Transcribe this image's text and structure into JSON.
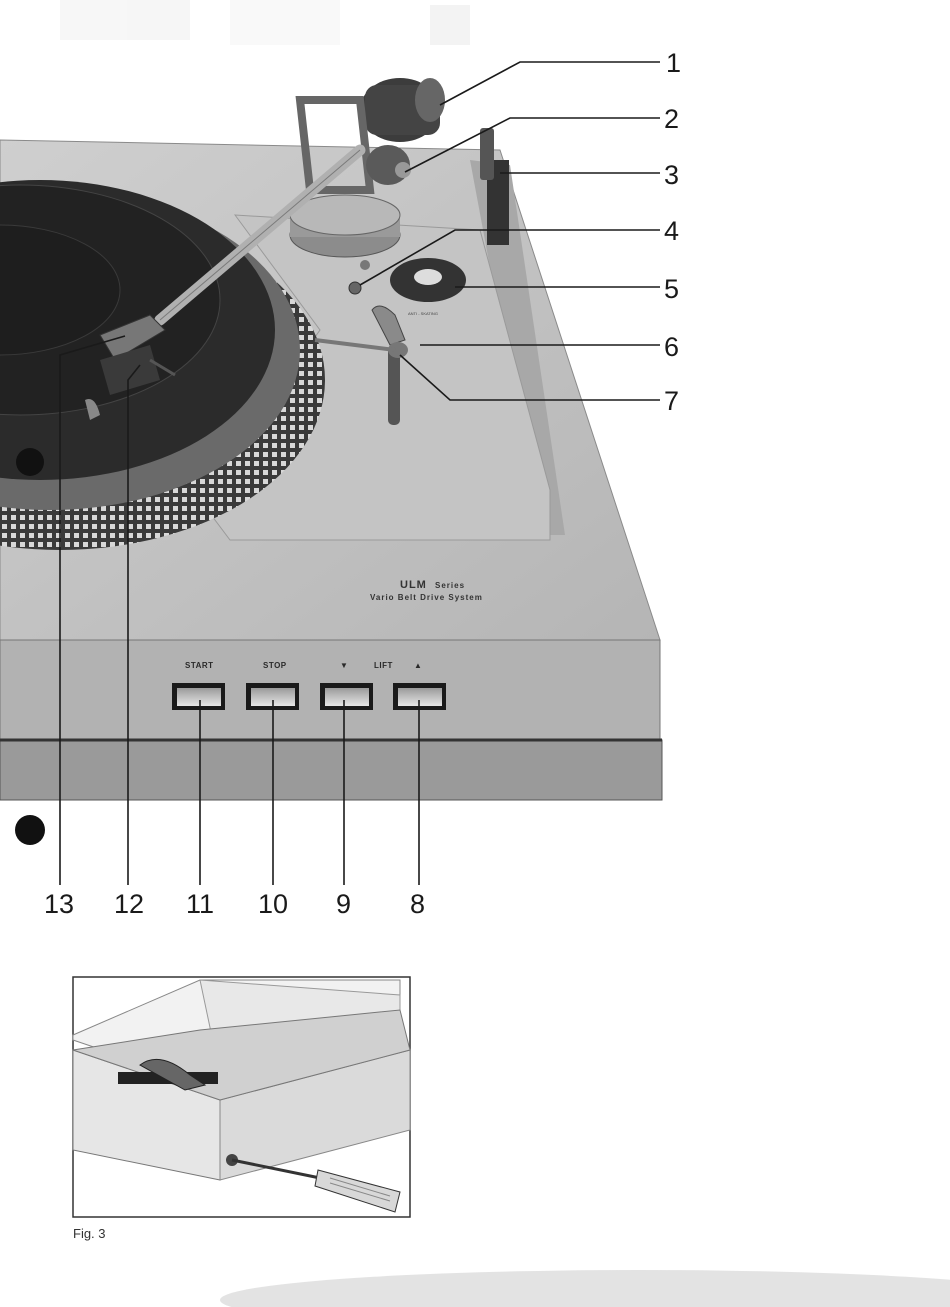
{
  "callouts_right": [
    "1",
    "2",
    "3",
    "4",
    "5",
    "6",
    "7"
  ],
  "callouts_bottom": [
    "13",
    "12",
    "11",
    "10",
    "9",
    "8"
  ],
  "buttons": {
    "start": "START",
    "stop": "STOP",
    "lift_down": "▼",
    "lift": "LIFT",
    "lift_up": "▲"
  },
  "brand": {
    "logo": "ULM",
    "series": "Series",
    "tagline": "Vario Belt Drive System"
  },
  "antiskating_label": "ANTI - SKATING",
  "figure_caption": "Fig. 3",
  "colors": {
    "plinth": "#bdbdbd",
    "platter": "#2b2b2b",
    "line": "#1a1a1a"
  }
}
